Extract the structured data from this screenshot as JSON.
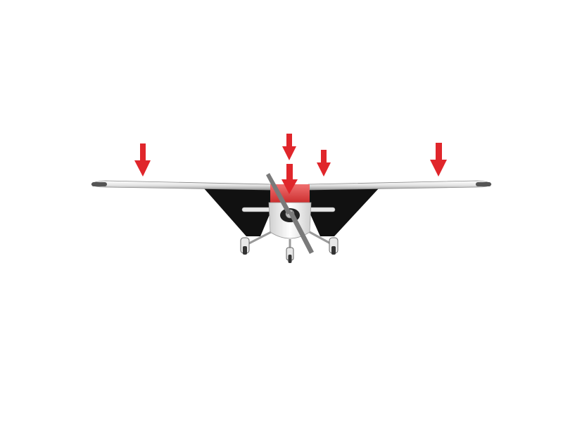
{
  "scene": {
    "subject": "aircraft-front-view",
    "background_color": "#ffffff"
  },
  "colors": {
    "arrow": "#e0262b",
    "wing_underside": "#111111",
    "airframe": "#f2f2f2",
    "engine_cowl_top": "#d93a3a",
    "propeller": "#7a7a7a"
  },
  "arrows": {
    "count": 5,
    "direction": "down",
    "icon": "down-arrow-icon"
  }
}
